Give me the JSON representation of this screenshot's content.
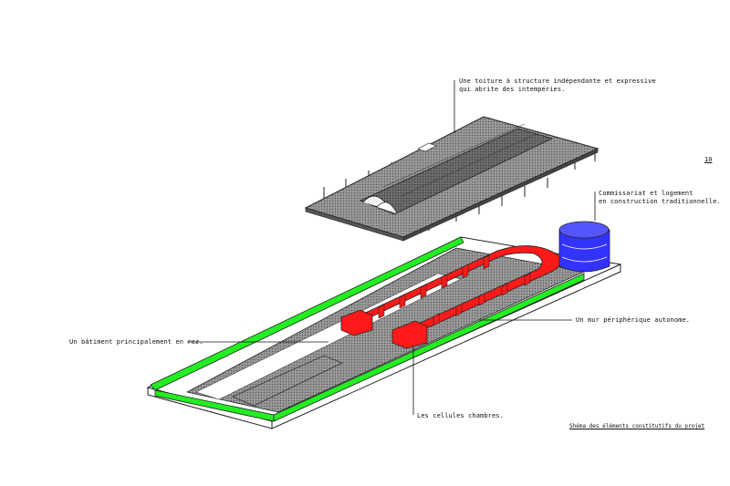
{
  "page_number": "10",
  "caption": "Shéma des éléments constitutifs du projet",
  "labels": {
    "roof": "Une toiture à structure indépendante et expressive\nqui abrite des intempéries.",
    "police": "Commissariat et logement\nen construction traditionnelle.",
    "wall": "Un mur périphérique autonome.",
    "building": "Un bâtiment principalement en rez.",
    "cells": "Les cellules chambres."
  },
  "colors": {
    "green": "#22ee22",
    "red": "#ff1a1a",
    "blue": "#3333ff",
    "grey": "#8c8c8c",
    "dark": "#4a4a4a"
  }
}
